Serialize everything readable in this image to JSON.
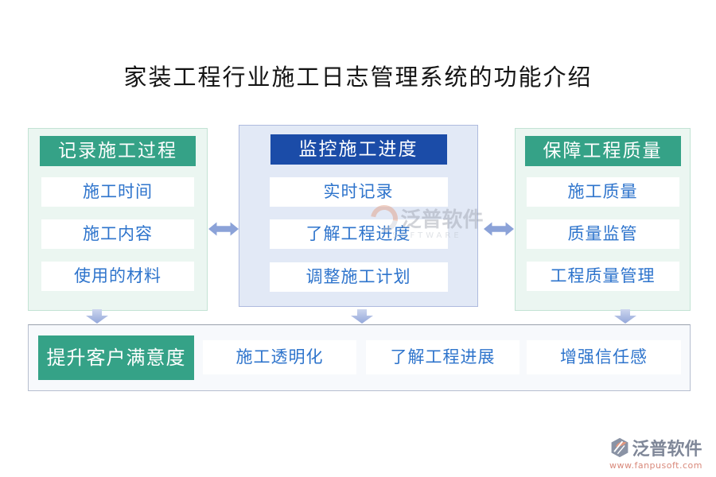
{
  "title": "家装工程行业施工日志管理系统的功能介绍",
  "columns": [
    {
      "header": "记录施工过程",
      "theme": "green",
      "items": [
        "施工时间",
        "施工内容",
        "使用的材料"
      ]
    },
    {
      "header": "监控施工进度",
      "theme": "blue",
      "items": [
        "实时记录",
        "了解工程进度",
        "调整施工计划"
      ]
    },
    {
      "header": "保障工程质量",
      "theme": "green",
      "items": [
        "施工质量",
        "质量监管",
        "工程质量管理"
      ]
    }
  ],
  "bottom": {
    "header": "提升客户满意度",
    "items": [
      "施工透明化",
      "了解工程进展",
      "增强信任感"
    ]
  },
  "watermark": {
    "name": "泛普软件",
    "subtext": "SOFTWARE"
  },
  "logo": {
    "name": "泛普软件",
    "url": "www.fanpusoft.com"
  },
  "icons": {
    "h_arrow": "double-horizontal-arrow",
    "down_arrow": "down-arrow"
  },
  "colors": {
    "green": "#35a287",
    "blue_header": "#1b4ca8",
    "item_text_blue": "#2e74cc",
    "green_panel_bg": "#ebf6f1",
    "blue_panel_bg": "#e2e9f6",
    "bottom_panel_bg": "#f7f9fc",
    "arrow_blue": "#8ba2d8",
    "logo_gray": "#7f8798",
    "logo_url_salmon": "#d9897b"
  }
}
